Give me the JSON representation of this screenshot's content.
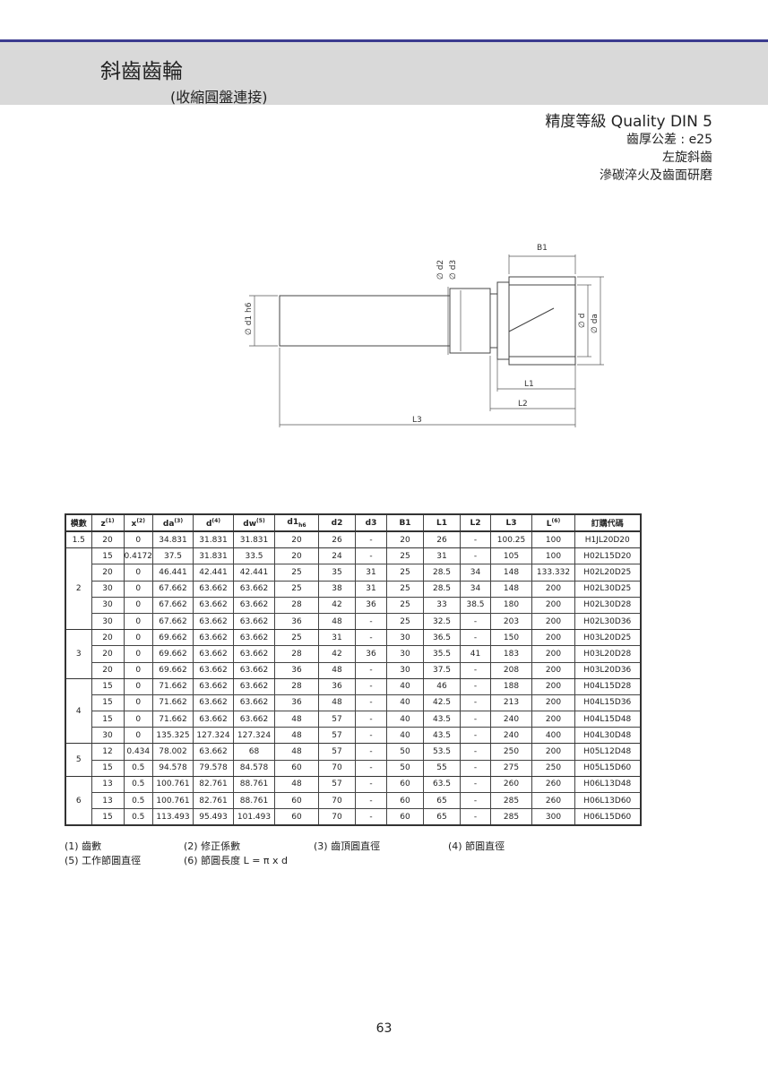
{
  "header": {
    "title": "斜齒齒輪",
    "subtitle": "(收縮圓盤連接)"
  },
  "spec": {
    "quality": "精度等級 Quality DIN 5",
    "tolerance": "齒厚公差 : e25",
    "hand": "左旋斜齒",
    "treatment": "滲碳淬火及齒面研磨"
  },
  "drawing": {
    "labels": {
      "b1": "B1",
      "d2": "∅ d2",
      "d3": "∅ d3",
      "d1h6": "∅ d1 h6",
      "d": "∅ d",
      "da": "∅ da",
      "l1": "L1",
      "l2": "L2",
      "l3": "L3"
    }
  },
  "table": {
    "headers": [
      "模數",
      "z",
      "x",
      "da",
      "d",
      "dw",
      "d1",
      "d2",
      "d3",
      "B1",
      "L1",
      "L2",
      "L3",
      "L",
      "訂購代碼"
    ],
    "header_marks": [
      "",
      "(1)",
      "(2)",
      "(3)",
      "(4)",
      "(5)",
      "",
      "",
      "",
      "",
      "",
      "",
      "",
      "(6)",
      ""
    ],
    "header_subs": [
      "",
      "",
      "",
      "",
      "",
      "",
      "h6",
      "",
      "",
      "",
      "",
      "",
      "",
      "",
      ""
    ],
    "groups": [
      {
        "module": "1.5",
        "rows": [
          [
            "20",
            "0",
            "34.831",
            "31.831",
            "31.831",
            "20",
            "26",
            "-",
            "20",
            "26",
            "-",
            "100.25",
            "100",
            "H1JL20D20"
          ]
        ]
      },
      {
        "module": "2",
        "rows": [
          [
            "15",
            "0.4172",
            "37.5",
            "31.831",
            "33.5",
            "20",
            "24",
            "-",
            "25",
            "31",
            "-",
            "105",
            "100",
            "H02L15D20"
          ],
          [
            "20",
            "0",
            "46.441",
            "42.441",
            "42.441",
            "25",
            "35",
            "31",
            "25",
            "28.5",
            "34",
            "148",
            "133.332",
            "H02L20D25"
          ],
          [
            "30",
            "0",
            "67.662",
            "63.662",
            "63.662",
            "25",
            "38",
            "31",
            "25",
            "28.5",
            "34",
            "148",
            "200",
            "H02L30D25"
          ],
          [
            "30",
            "0",
            "67.662",
            "63.662",
            "63.662",
            "28",
            "42",
            "36",
            "25",
            "33",
            "38.5",
            "180",
            "200",
            "H02L30D28"
          ],
          [
            "30",
            "0",
            "67.662",
            "63.662",
            "63.662",
            "36",
            "48",
            "-",
            "25",
            "32.5",
            "-",
            "203",
            "200",
            "H02L30D36"
          ]
        ]
      },
      {
        "module": "3",
        "rows": [
          [
            "20",
            "0",
            "69.662",
            "63.662",
            "63.662",
            "25",
            "31",
            "-",
            "30",
            "36.5",
            "-",
            "150",
            "200",
            "H03L20D25"
          ],
          [
            "20",
            "0",
            "69.662",
            "63.662",
            "63.662",
            "28",
            "42",
            "36",
            "30",
            "35.5",
            "41",
            "183",
            "200",
            "H03L20D28"
          ],
          [
            "20",
            "0",
            "69.662",
            "63.662",
            "63.662",
            "36",
            "48",
            "-",
            "30",
            "37.5",
            "-",
            "208",
            "200",
            "H03L20D36"
          ]
        ]
      },
      {
        "module": "4",
        "rows": [
          [
            "15",
            "0",
            "71.662",
            "63.662",
            "63.662",
            "28",
            "36",
            "-",
            "40",
            "46",
            "-",
            "188",
            "200",
            "H04L15D28"
          ],
          [
            "15",
            "0",
            "71.662",
            "63.662",
            "63.662",
            "36",
            "48",
            "-",
            "40",
            "42.5",
            "-",
            "213",
            "200",
            "H04L15D36"
          ],
          [
            "15",
            "0",
            "71.662",
            "63.662",
            "63.662",
            "48",
            "57",
            "-",
            "40",
            "43.5",
            "-",
            "240",
            "200",
            "H04L15D48"
          ],
          [
            "30",
            "0",
            "135.325",
            "127.324",
            "127.324",
            "48",
            "57",
            "-",
            "40",
            "43.5",
            "-",
            "240",
            "400",
            "H04L30D48"
          ]
        ]
      },
      {
        "module": "5",
        "rows": [
          [
            "12",
            "0.434",
            "78.002",
            "63.662",
            "68",
            "48",
            "57",
            "-",
            "50",
            "53.5",
            "-",
            "250",
            "200",
            "H05L12D48"
          ],
          [
            "15",
            "0.5",
            "94.578",
            "79.578",
            "84.578",
            "60",
            "70",
            "-",
            "50",
            "55",
            "-",
            "275",
            "250",
            "H05L15D60"
          ]
        ]
      },
      {
        "module": "6",
        "rows": [
          [
            "13",
            "0.5",
            "100.761",
            "82.761",
            "88.761",
            "48",
            "57",
            "-",
            "60",
            "63.5",
            "-",
            "260",
            "260",
            "H06L13D48"
          ],
          [
            "13",
            "0.5",
            "100.761",
            "82.761",
            "88.761",
            "60",
            "70",
            "-",
            "60",
            "65",
            "-",
            "285",
            "260",
            "H06L13D60"
          ],
          [
            "15",
            "0.5",
            "113.493",
            "95.493",
            "101.493",
            "60",
            "70",
            "-",
            "60",
            "65",
            "-",
            "285",
            "300",
            "H06L15D60"
          ]
        ]
      }
    ]
  },
  "notes": {
    "n1": "(1) 齒數",
    "n2": "(2) 修正係數",
    "n3": "(3) 齒頂圓直徑",
    "n4": "(4) 節圓直徑",
    "n5": "(5) 工作節圓直徑",
    "n6": "(6) 節圓長度 L = π x d"
  },
  "page_number": "63"
}
